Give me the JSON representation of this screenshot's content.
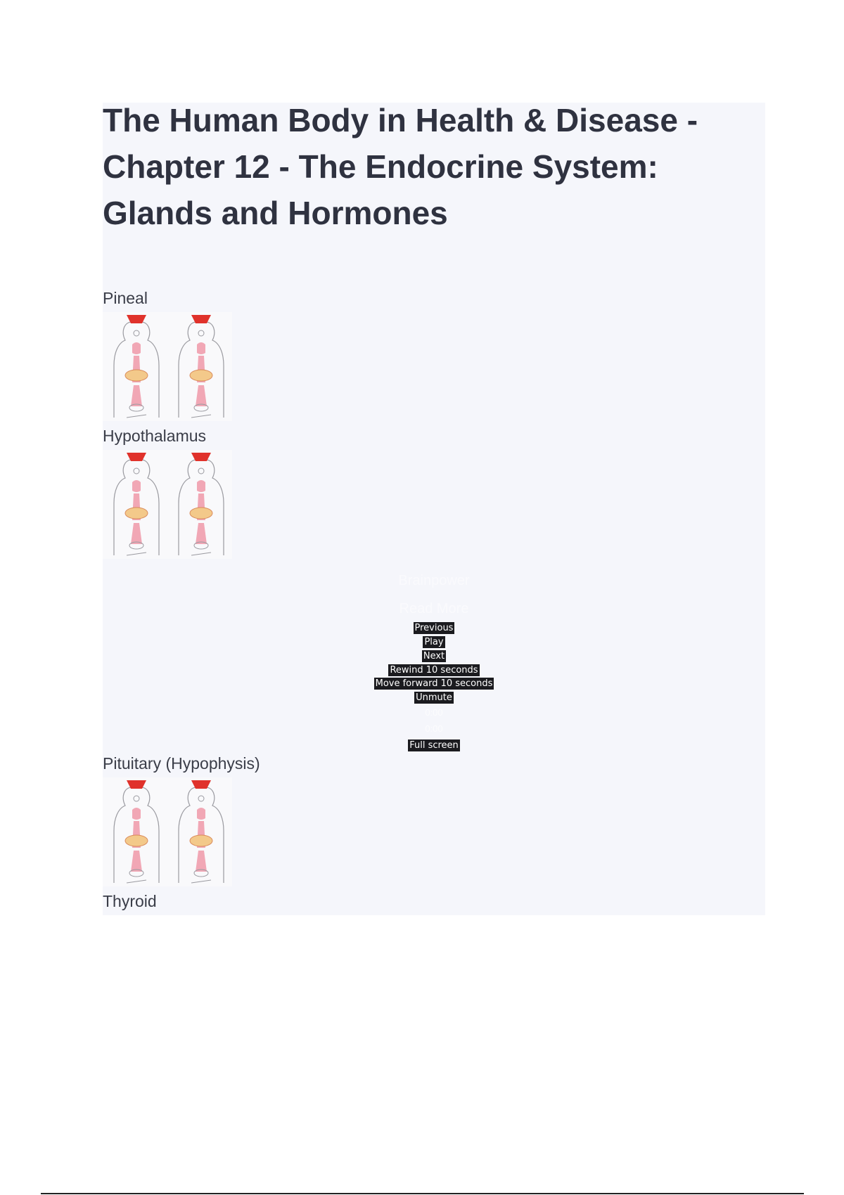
{
  "document": {
    "title": "The Human Body in Health & Disease - Chapter 12 - The Endocrine System: Glands and Hormones"
  },
  "terms": [
    {
      "label": "Pineal"
    },
    {
      "label": "Hypothalamus"
    },
    {
      "label": "Pituitary (Hypophysis)"
    },
    {
      "label": "Thyroid"
    }
  ],
  "player": {
    "faded_title_1": "Brainpower",
    "faded_title_2": "Read More",
    "previous": "Previous",
    "play": "Play",
    "next": "Next",
    "rewind": "Rewind 10 seconds",
    "forward": "Move forward 10 seconds",
    "unmute": "Unmute",
    "faded_time": "0:00",
    "faded_duration": "0:00",
    "fullscreen": "Full screen"
  },
  "colors": {
    "panel": "#f5f6fb",
    "title": "#2f3240",
    "control_bg": "#1b1b1f",
    "diagram_gland": "#e0322b",
    "diagram_organ": "#f1a7b5",
    "diagram_outline": "#9a9aa0"
  }
}
